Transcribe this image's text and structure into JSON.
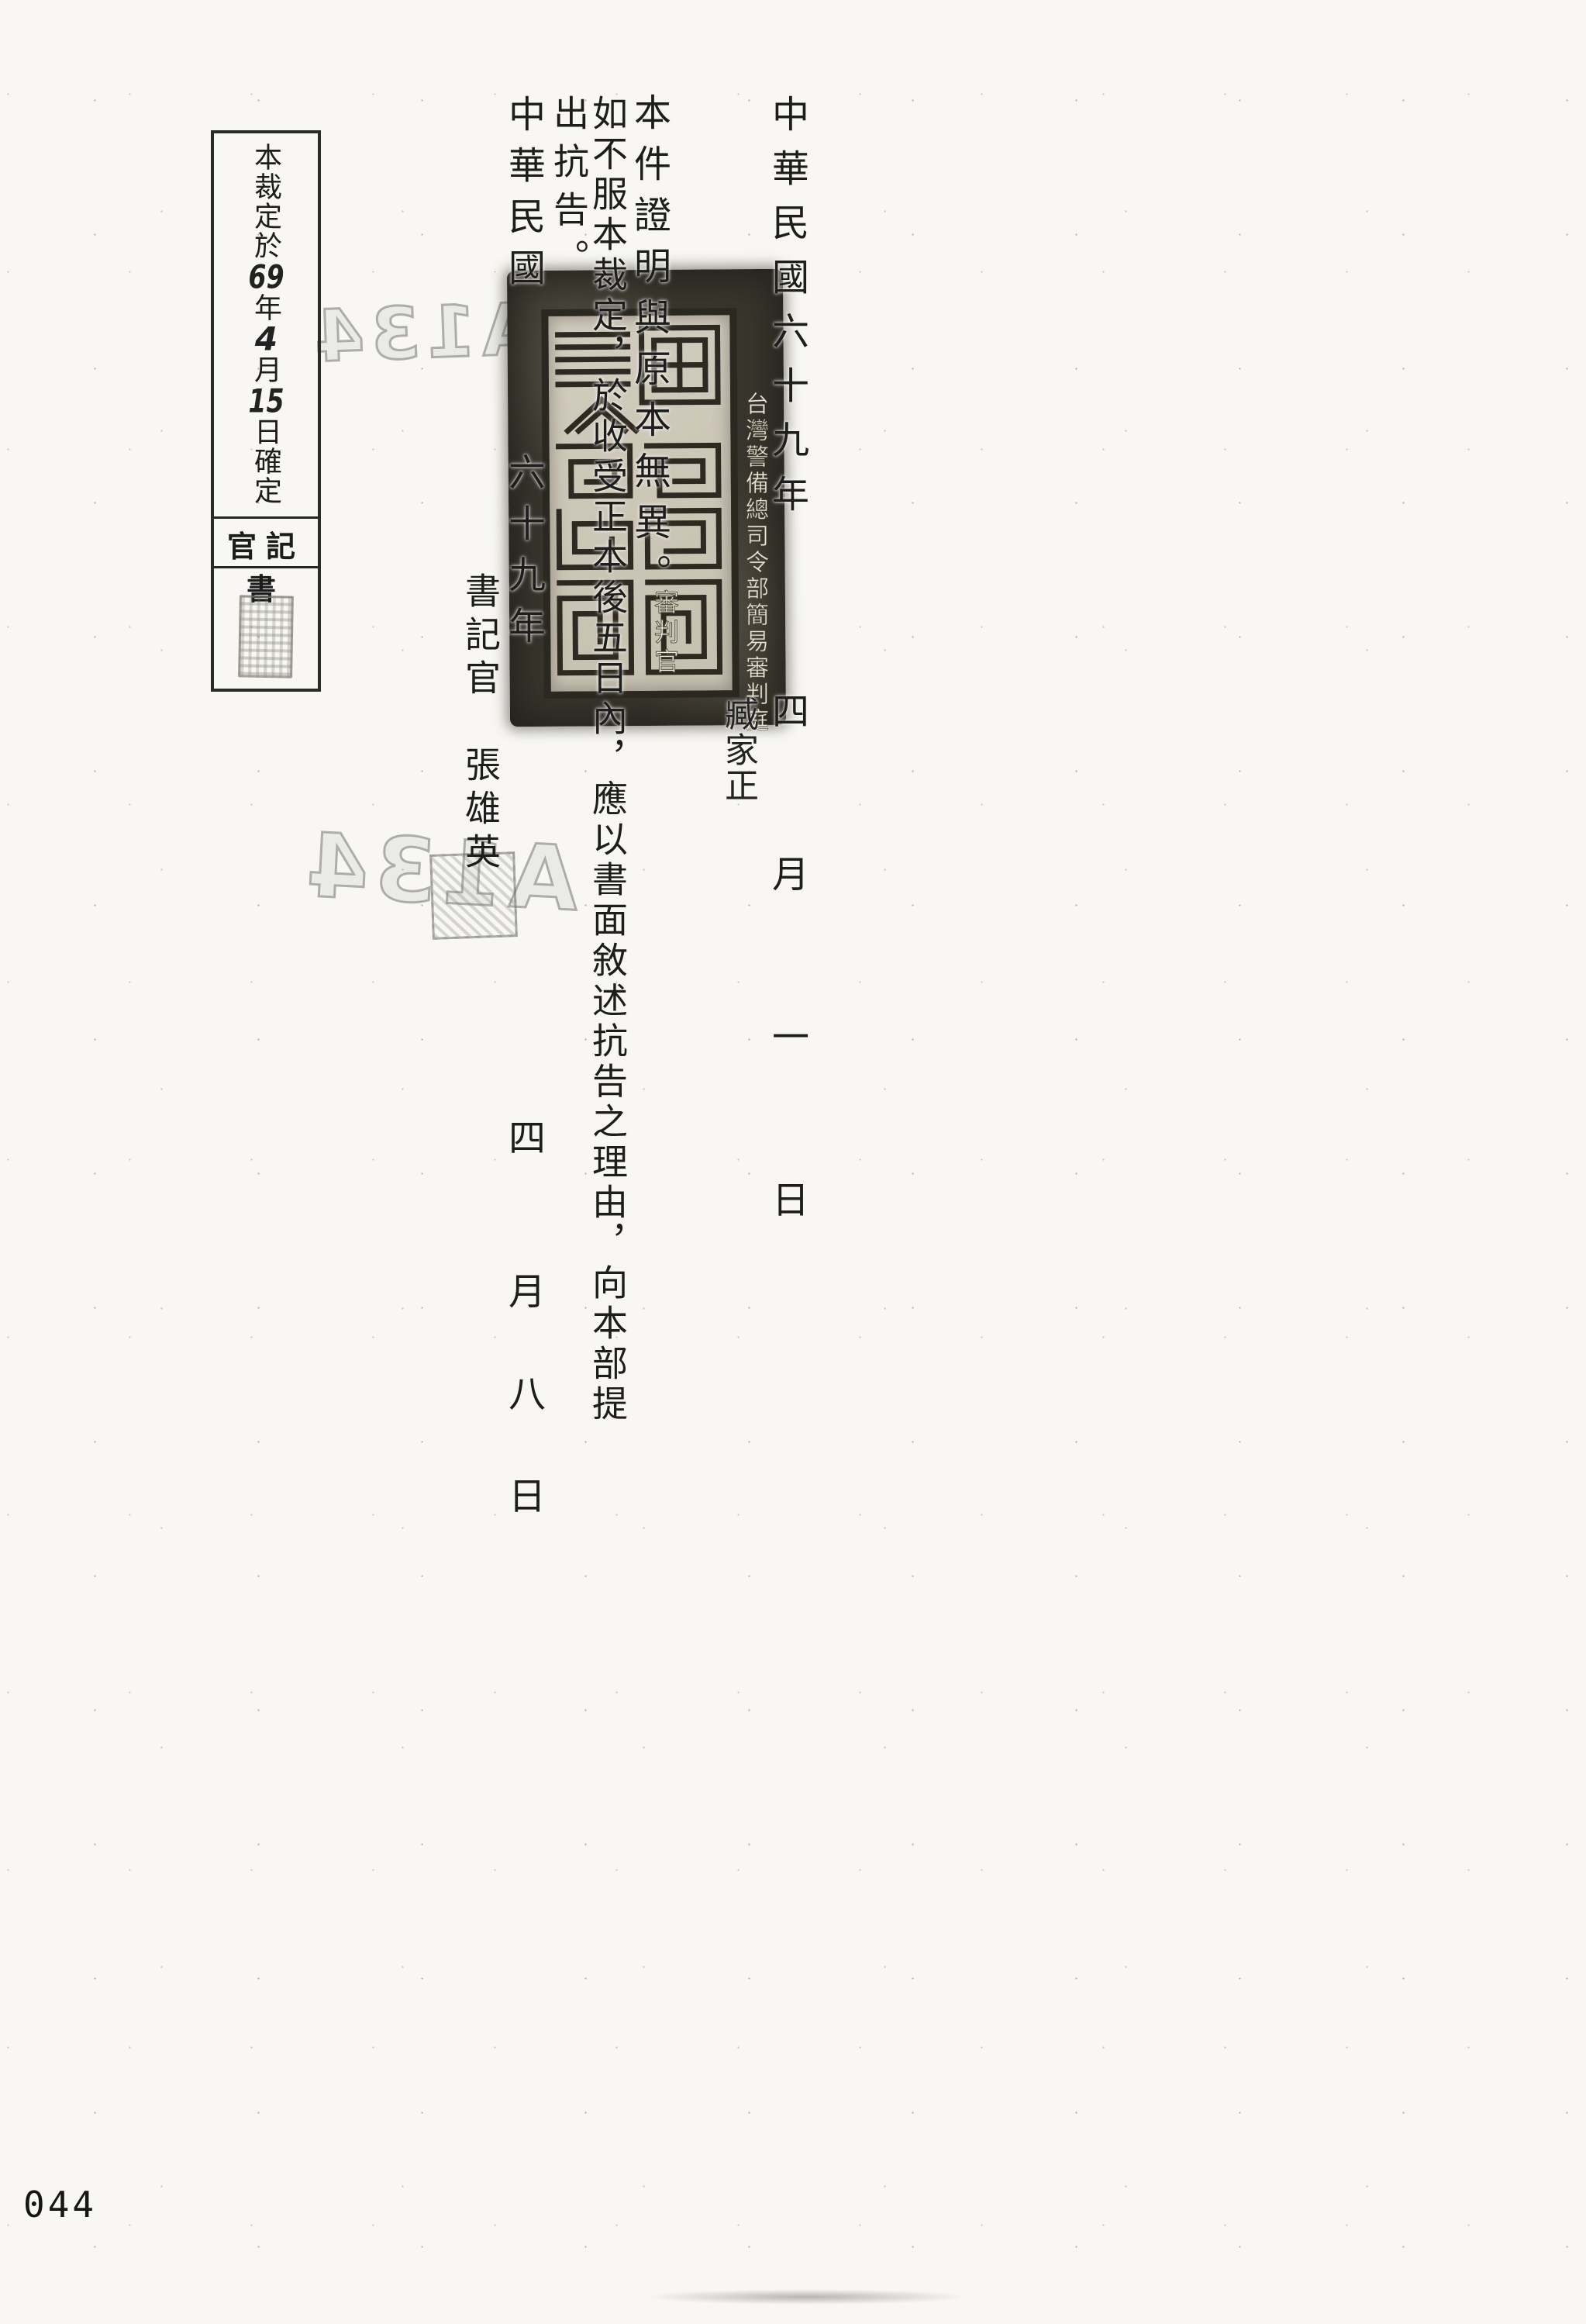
{
  "page": {
    "number": "044"
  },
  "watermark": {
    "text": "A134"
  },
  "main_text": {
    "date_promulgation": "中華民國六十九年　　　四　　月　　一　　日",
    "certification": "本件證明與原本無異。",
    "appeal_notice": "如不服本裁定，於收受正本後五日內，應以書面敘述抗告之理由，向本部提",
    "appeal_notice_wrap": "出抗告。",
    "date_service": "中華民國　　　六十九年　　　　　　　　　四　　月　八　日",
    "clerk": "書記官　張雄英"
  },
  "stamp": {
    "court_name": "台灣警備總司令部簡易審判庭",
    "judge_label": "審判官",
    "judge_name": "臧家正"
  },
  "finality_box": {
    "statement_prefix": "本裁定於",
    "year": "69",
    "year_suffix": "年",
    "month": "4",
    "month_suffix": "月",
    "day": "15",
    "day_suffix": "日確定",
    "clerk_title_rtl": "官記書"
  }
}
